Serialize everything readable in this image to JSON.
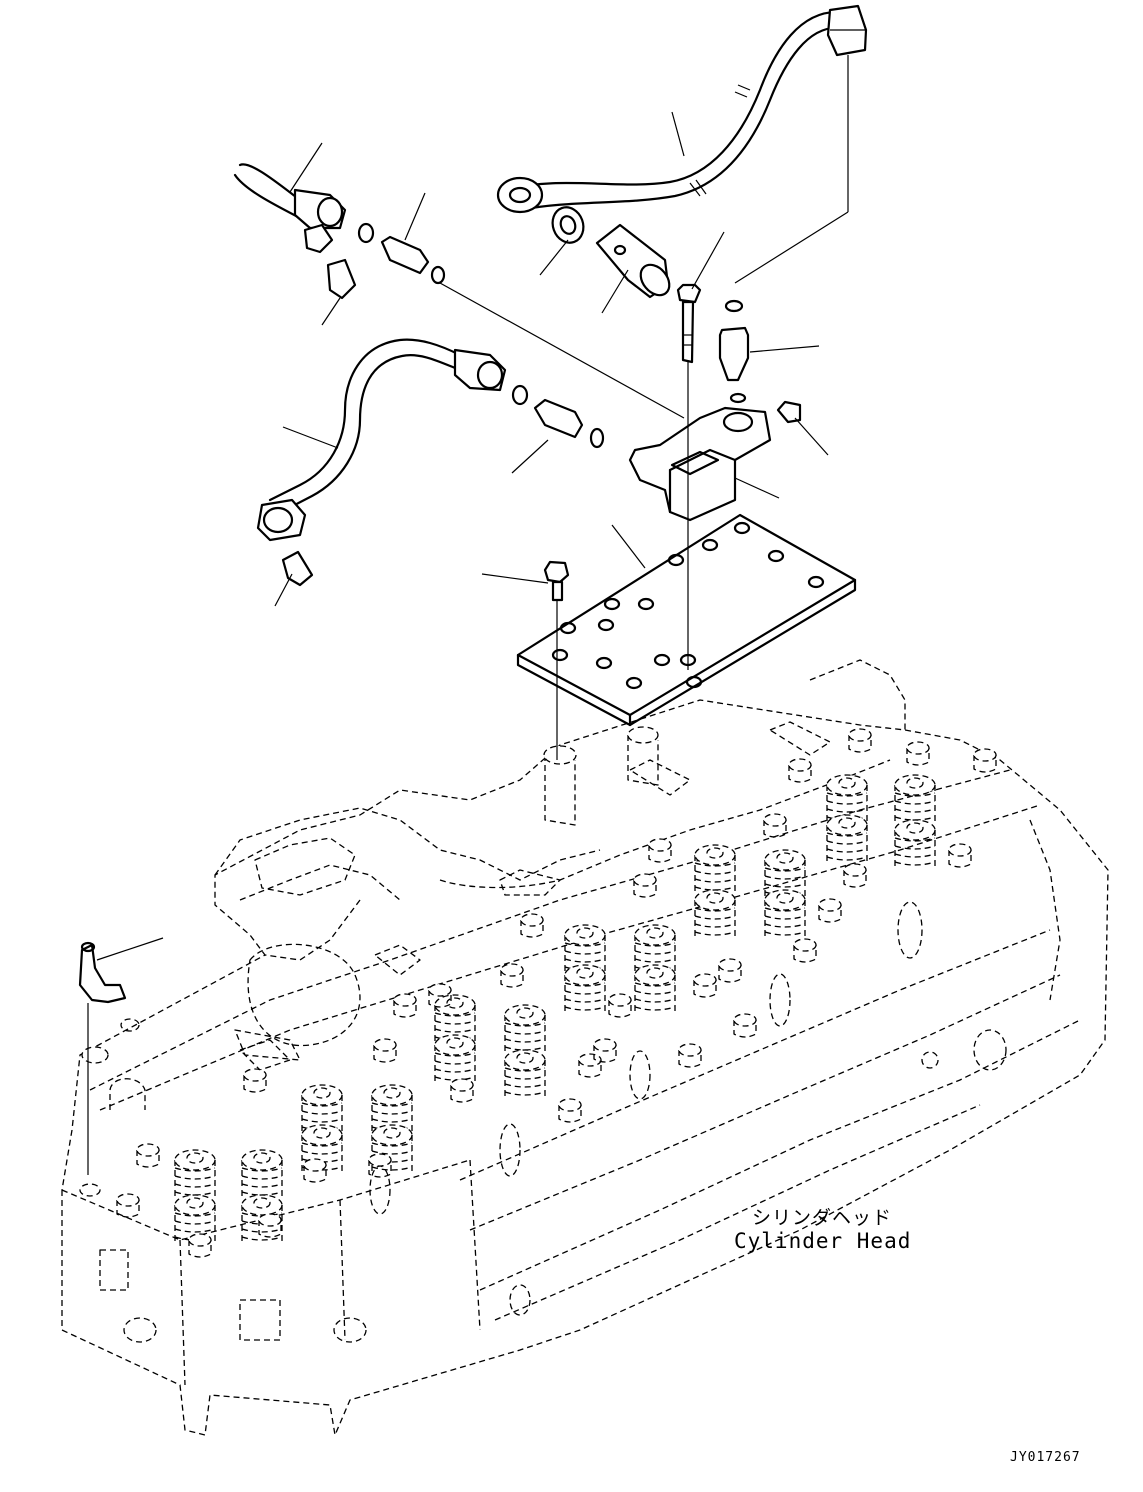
{
  "labels": {
    "cylinder_head_jp": "シリンダヘッド",
    "cylinder_head_en": "Cylinder Head",
    "drawing_id": "JY017267"
  },
  "colors": {
    "line": "#000000",
    "background": "#ffffff"
  }
}
